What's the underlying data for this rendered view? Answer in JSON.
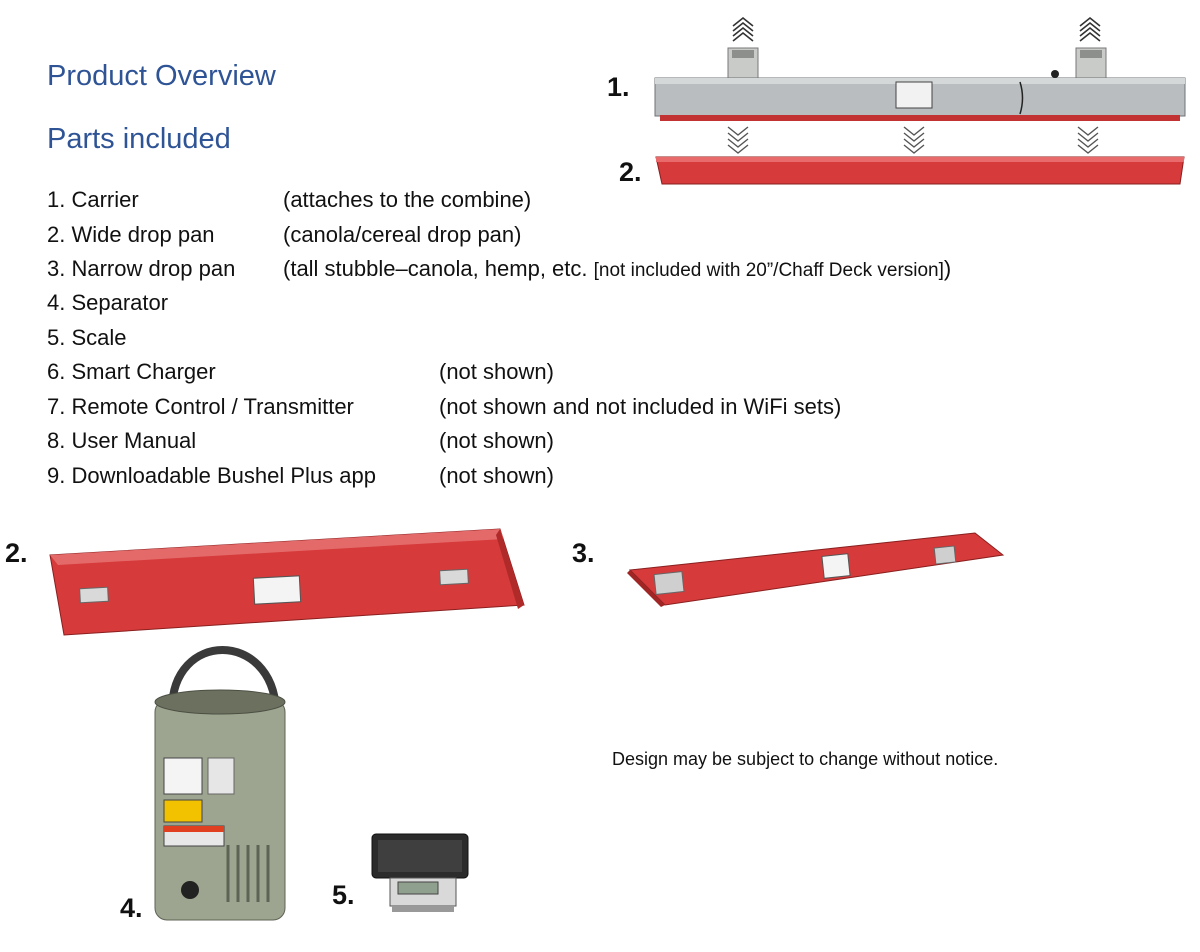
{
  "headings": {
    "overview": "Product Overview",
    "parts": "Parts included"
  },
  "parts": [
    {
      "name": "1. Carrier",
      "desc": "(attaches to the combine)"
    },
    {
      "name": "2. Wide drop pan",
      "desc": "(canola/cereal drop pan)"
    },
    {
      "name": "3. Narrow drop pan",
      "desc": "(tall stubble–canola, hemp, etc. ",
      "desc_small": "[not included with 20”/Chaff Deck version]",
      "desc_end": ")"
    },
    {
      "name": "4. Separator",
      "desc": ""
    },
    {
      "name": "5. Scale",
      "desc": ""
    },
    {
      "name": "6. Smart Charger",
      "desc": "(not shown)"
    },
    {
      "name": "7. Remote Control / Transmitter",
      "desc": "(not shown and not included in WiFi sets)"
    },
    {
      "name": "8. User Manual",
      "desc": "(not shown)"
    },
    {
      "name": "9. Downloadable Bushel Plus app",
      "desc": "(not shown)"
    }
  ],
  "figure_labels": {
    "carrier": "1.",
    "wide_pan_top": "2.",
    "wide_pan": "2.",
    "narrow_pan": "3.",
    "separator": "4.",
    "scale": "5."
  },
  "notice": "Design may be subject to change without notice.",
  "colors": {
    "heading": "#2F5496",
    "pan_red": "#D63A3A",
    "steel": "#B9BDBF",
    "separator_green": "#9DA48F"
  }
}
